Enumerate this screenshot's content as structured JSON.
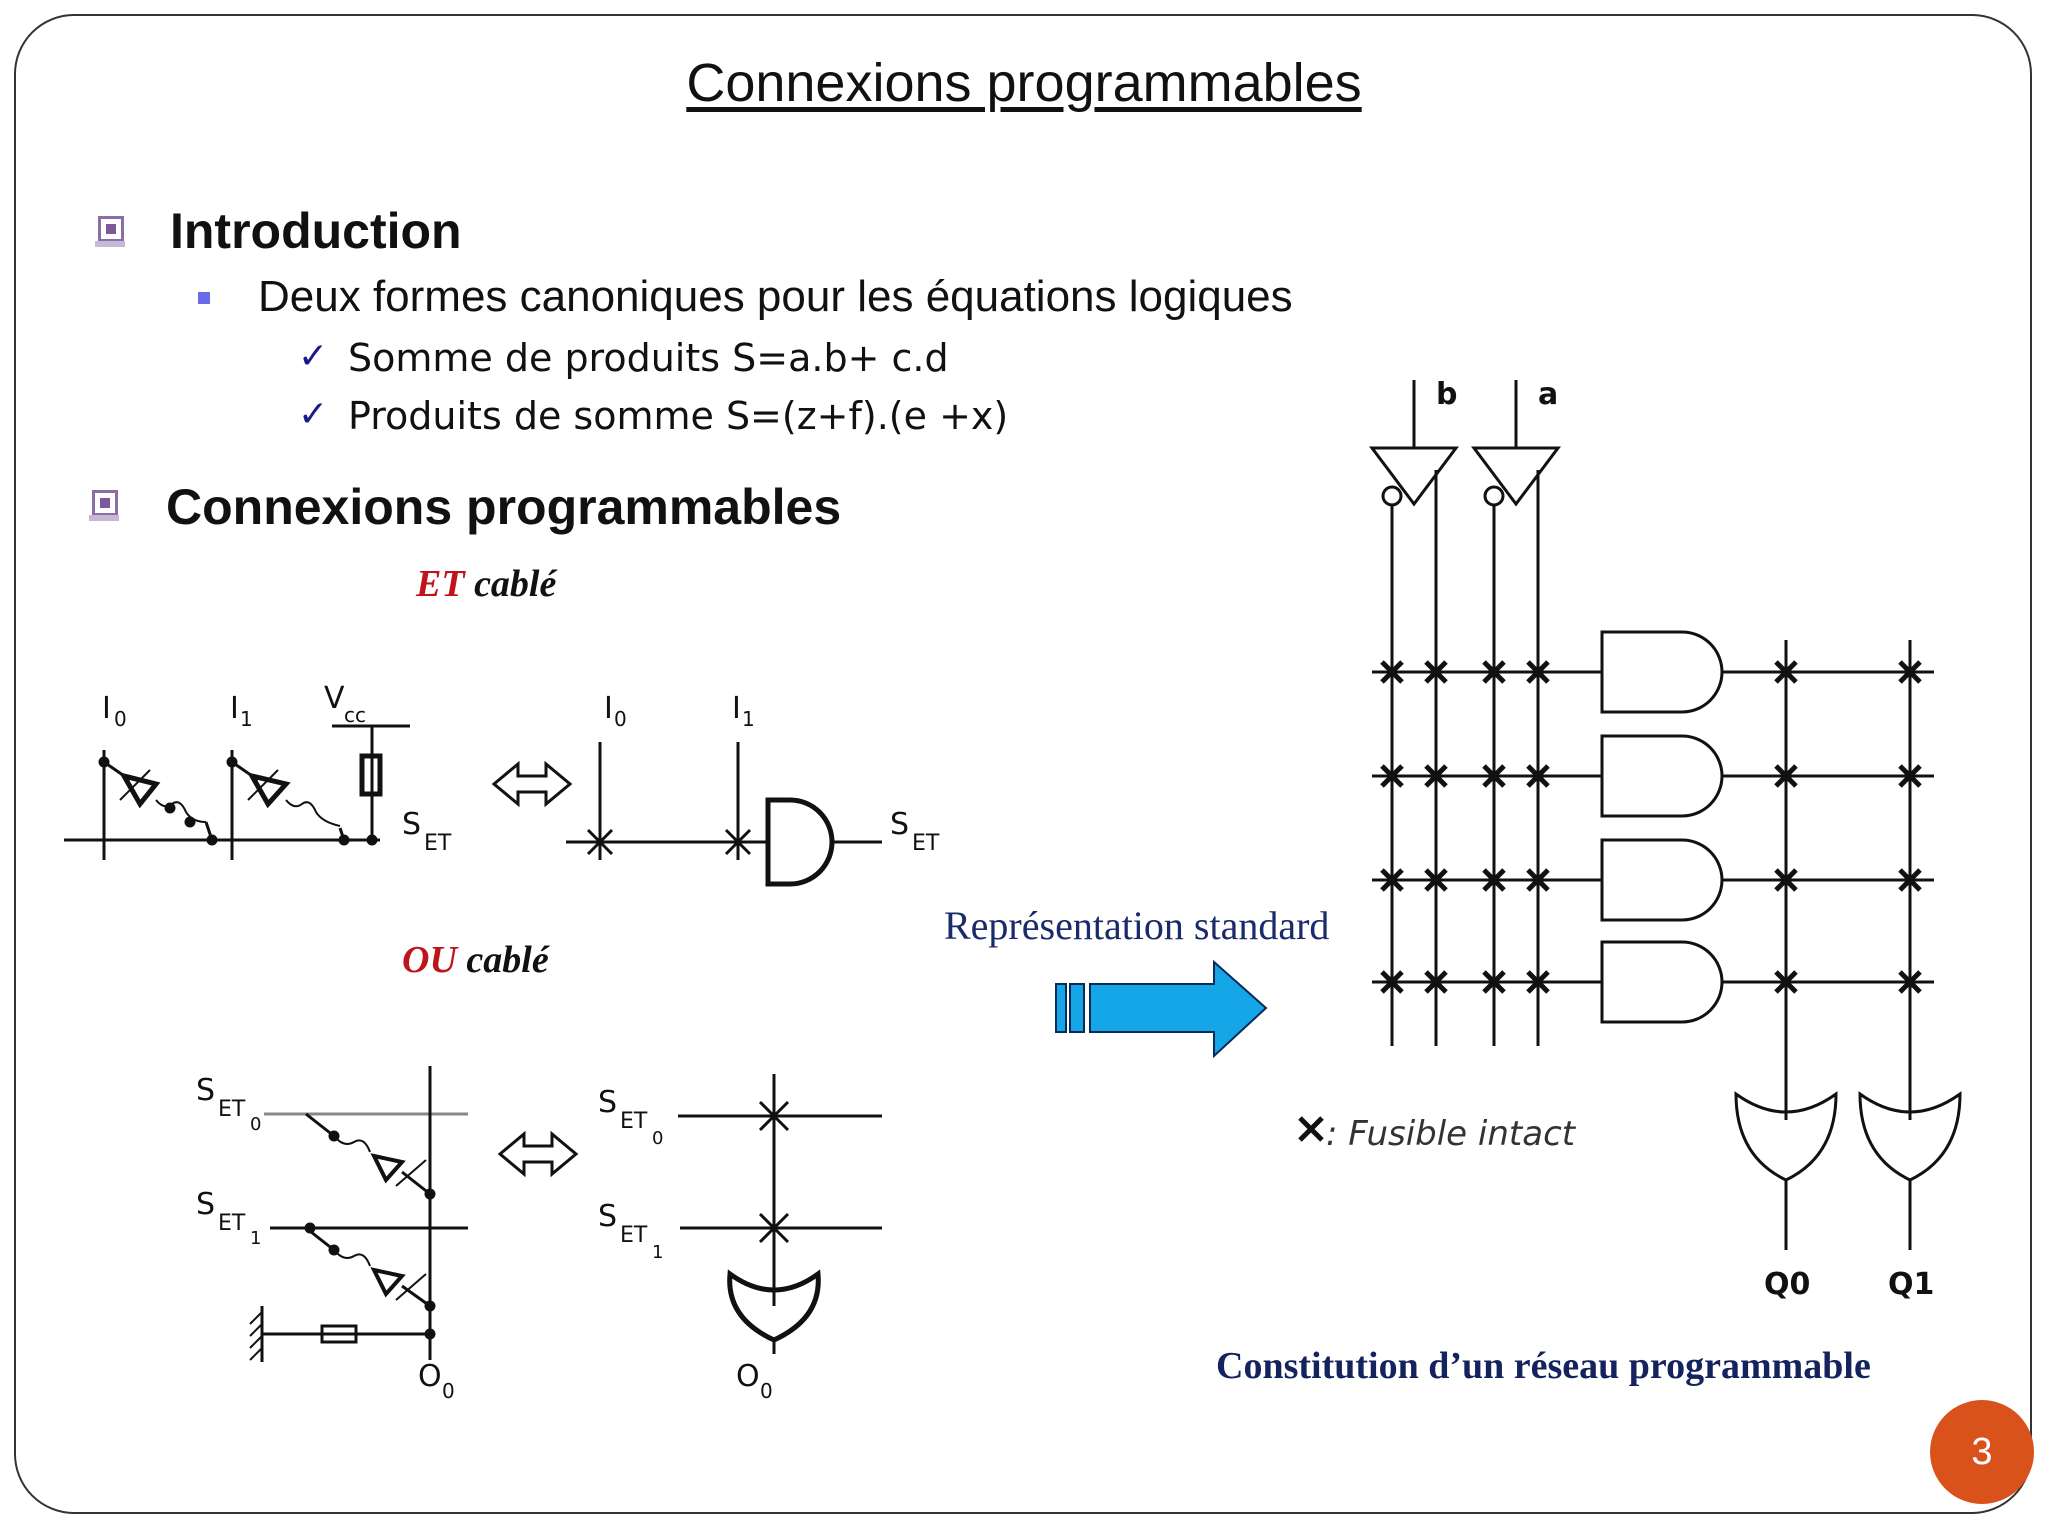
{
  "slide": {
    "title": "Connexions programmables",
    "page_number": "3"
  },
  "section1": {
    "heading": "Introduction",
    "sub_item": "Deux formes canoniques pour les équations logiques",
    "items": [
      "Somme de produits  S=a.b+ c.d",
      "Produits de somme   S=(z+f).(e +x)"
    ]
  },
  "section2": {
    "heading": "Connexions programmables",
    "et_cable": {
      "prefix": "ET",
      "suffix": " cablé"
    },
    "ou_cable": {
      "prefix": "OU",
      "suffix": " cablé"
    },
    "representation_label": "Représentation standard",
    "fusible_label": ": Fusible intact",
    "caption": "Constitution d’un réseau programmable"
  },
  "labels": {
    "i0": "I",
    "i0_sub": "0",
    "i1": "I",
    "i1_sub": "1",
    "vcc": "V",
    "vcc_sub": "cc",
    "set": "S",
    "set_sub": "ET",
    "set0": "S",
    "set0_sub": "ET",
    "set0_subsub": "0",
    "set1": "S",
    "set1_sub": "ET",
    "set1_subsub": "1",
    "o0": "O",
    "o0_sub": "0",
    "b": "b",
    "a": "a",
    "q0": "Q0",
    "q1": "Q1"
  },
  "colors": {
    "accent_red": "#c0141c",
    "arrow_blue": "#14a6e6",
    "caption_navy": "#14235e",
    "badge_orange": "#d9521c"
  }
}
